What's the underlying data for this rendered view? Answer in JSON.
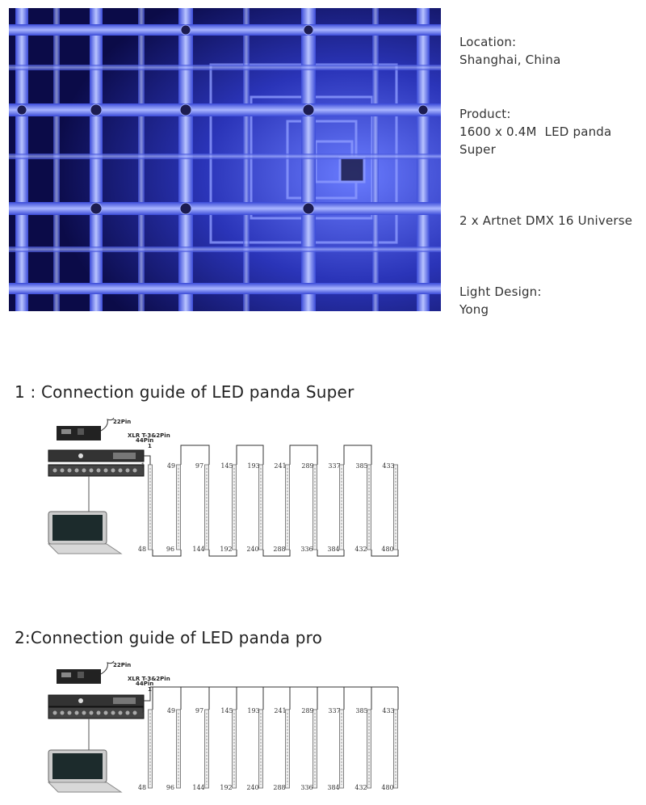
{
  "info": {
    "location_label": "Location:",
    "location_value": "Shanghai, China",
    "product_label": "Product:",
    "product_line1": "1600 x 0.4M  LED panda",
    "product_line2": "Super",
    "universe": "2 x Artnet DMX 16 Universe",
    "design_label": "Light Design:",
    "design_value": "Yong"
  },
  "sections": [
    {
      "title": "1 : Connection guide of LED panda Super"
    },
    {
      "title": "2:Connection guide of LED panda pro"
    }
  ],
  "diagram": {
    "connector_labels": [
      "22Pin",
      "XLR T-3&2Pin",
      "44Pin",
      "1"
    ],
    "tube_top_labels": [
      "1",
      "49",
      "97",
      "145",
      "193",
      "241",
      "289",
      "337",
      "385",
      "433"
    ],
    "tube_bottom_labels": [
      "48",
      "96",
      "144",
      "192",
      "240",
      "288",
      "336",
      "384",
      "432",
      "480"
    ]
  },
  "colors": {
    "photo_blue": "#2a3cc8",
    "photo_dark": "#07072a",
    "tube_white": "#dfe6ff"
  }
}
